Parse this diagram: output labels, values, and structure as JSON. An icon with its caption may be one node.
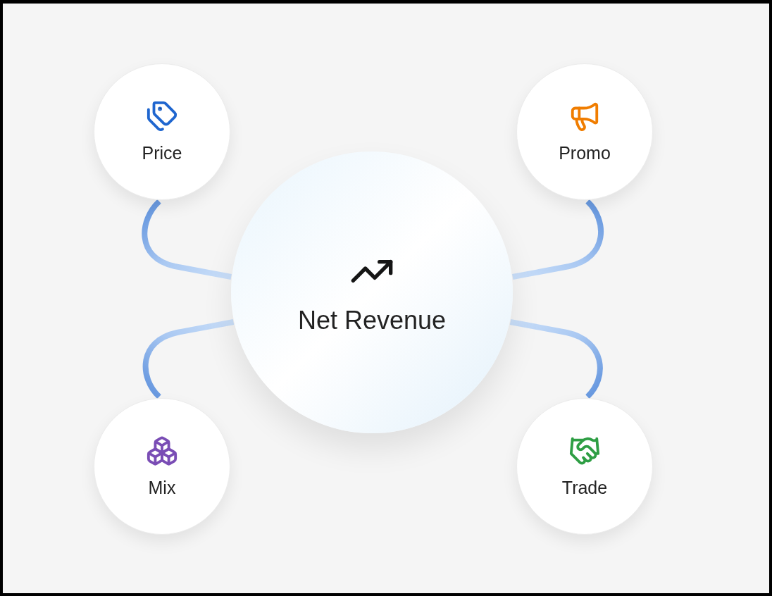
{
  "diagram": {
    "nodes": [
      {
        "text": [
          "Price"
        ]
      },
      {
        "text": [
          "Promo"
        ]
      },
      {
        "text": [
          "Net Revenue"
        ]
      },
      {
        "text": [
          "Mix"
        ]
      },
      {
        "text": [
          "Trade"
        ]
      }
    ],
    "edges": [
      {
        "from": 2,
        "to": 0,
        "arrow": "none"
      },
      {
        "from": 2,
        "to": 1,
        "arrow": "none"
      },
      {
        "from": 2,
        "to": 3,
        "arrow": "none"
      },
      {
        "from": 2,
        "to": 4,
        "arrow": "none"
      }
    ]
  }
}
